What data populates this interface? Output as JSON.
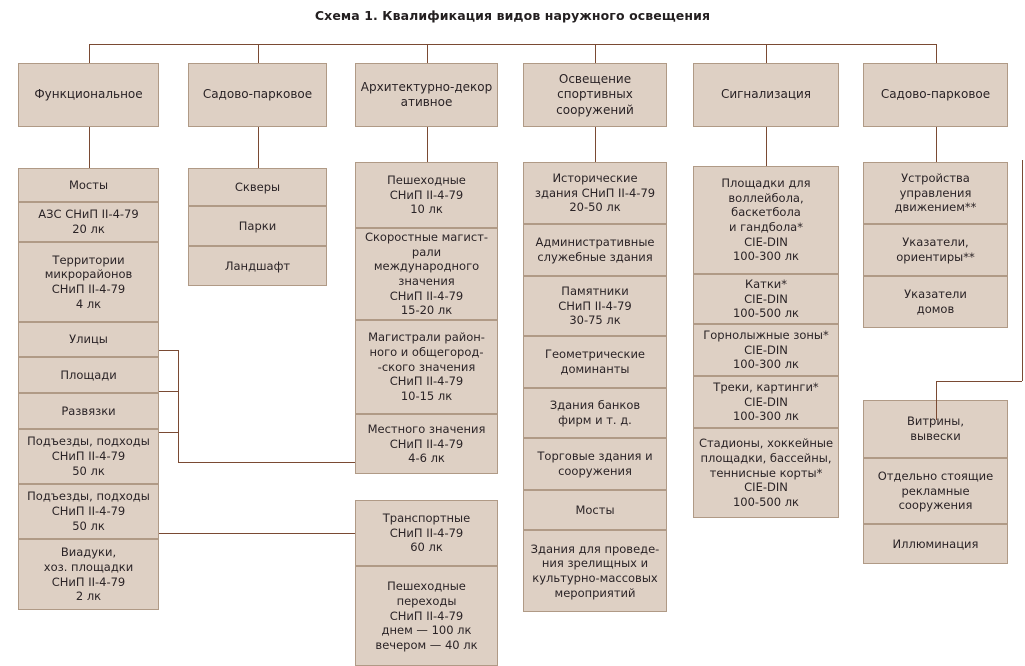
{
  "title": "Схема 1. Квалификация видов наружного освещения",
  "palette": {
    "box_fill": "#ded0c4",
    "box_border": "#b09a86",
    "line": "#7a4a33",
    "text": "#2a2326",
    "background": "#ffffff"
  },
  "diagram": {
    "type": "tree",
    "root_label": "",
    "columns": [
      {
        "id": "functional",
        "header": "Функциональное",
        "groups": [
          {
            "items": [
              "Мосты",
              "АЗС СНиП II-4-79\n20 лк",
              "Территории\nмикрорайонов\nСНиП II-4-79\n4 лк",
              "Улицы",
              "Площади",
              "Развязки",
              "Подъезды, подходы\nСНиП II-4-79\n50 лк",
              "Подъезды, подходы\nСНиП II-4-79\n50 лк",
              "Виадуки,\nхоз. площадки\nСНиП II-4-79\n2 лк"
            ]
          }
        ]
      },
      {
        "id": "garden-park-left",
        "header": "Садово-парковое",
        "groups": [
          {
            "items": [
              "Скверы",
              "Парки",
              "Ландшафт"
            ]
          }
        ]
      },
      {
        "id": "architectural-decorative",
        "header": "Архитектурно-декор\nативное",
        "groups": [
          {
            "items": [
              "Пешеходные\nСНиП II-4-79\n10 лк",
              "Скоростные магист-\nрали международного\nзначения\nСНиП II-4-79\n15-20 лк",
              "Магистрали район-\nного и общегород-\n-ского значения\nСНиП II-4-79\n10-15 лк",
              "Местного значения\nСНиП II-4-79\n4-6 лк"
            ]
          },
          {
            "items": [
              "Транспортные\nСНиП II-4-79\n60 лк",
              "Пешеходные\nпереходы\nСНиП II-4-79\nднем — 100 лк\nвечером — 40 лк"
            ]
          }
        ]
      },
      {
        "id": "sports-facilities",
        "header": "Освещение\nспортивных\nсооружений",
        "groups": [
          {
            "items": [
              "Исторические\nздания СНиП II-4-79\n20-50 лк",
              "Административные\nслужебные здания",
              "Памятники\nСНиП II-4-79\n30-75 лк",
              "Геометрические\nдоминанты",
              "Здания банков\nфирм и т. д.",
              "Торговые здания и\nсооружения",
              "Мосты",
              "Здания для проведе-\nния зрелищных и\nкультурно-массовых\nмероприятий"
            ]
          }
        ]
      },
      {
        "id": "signalling",
        "header": "Сигнализация",
        "groups": [
          {
            "items": [
              "Площадки для\nволлейбола,\nбаскетбола\nи гандбола*\nCIE-DIN\n100-300 лк",
              "Катки*\nCIE-DIN\n100-500 лк",
              "Горнолыжные зоны*\nCIE-DIN\n100-300 лк",
              "Треки, картинги*\nCIE-DIN\n100-300 лк",
              "Стадионы, хоккейные\nплощадки, бассейны,\nтеннисные корты*\nCIE-DIN\n100-500 лк"
            ]
          }
        ]
      },
      {
        "id": "garden-park-right",
        "header": "Садово-парковое",
        "groups": [
          {
            "items": [
              "Устройства\nуправления\nдвижением**",
              "Указатели,\nориентиры**",
              "Указатели\nдомов"
            ]
          },
          {
            "items": [
              "Витрины,\nвывески",
              "Отдельно стоящие\nрекламные\nсооружения",
              "Иллюминация"
            ]
          }
        ]
      }
    ]
  }
}
